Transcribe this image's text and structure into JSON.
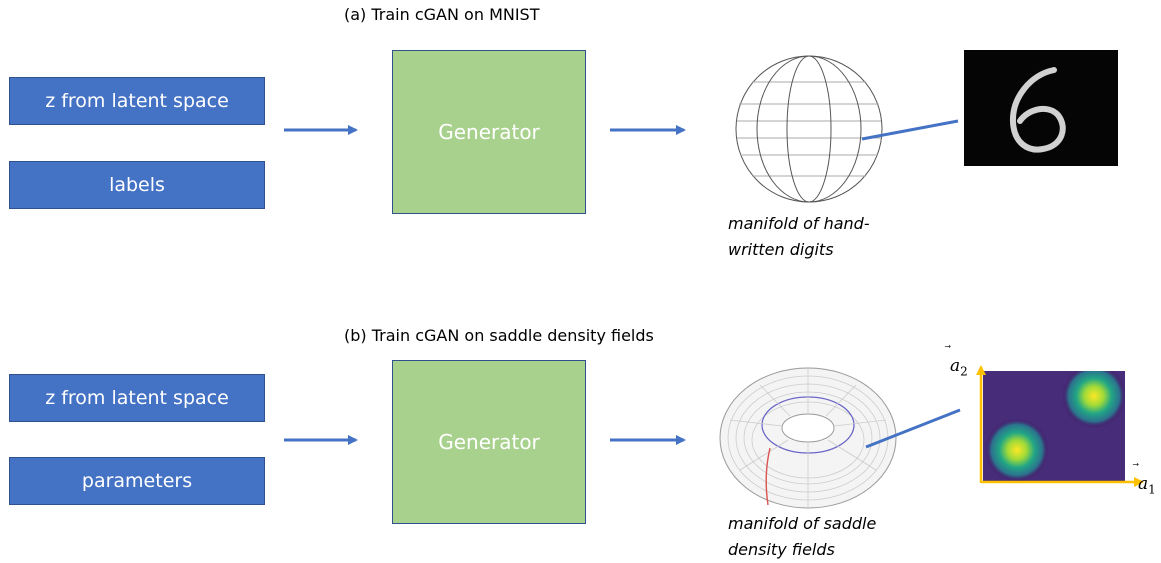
{
  "panel_a": {
    "title": "(a) Train cGAN on MNIST",
    "inputs": [
      "z from latent space",
      "labels"
    ],
    "generator_label": "Generator",
    "manifold_caption_line1": "manifold of hand-",
    "manifold_caption_line2": "written digits",
    "sample_digit": "6"
  },
  "panel_b": {
    "title": "(b) Train cGAN on saddle density fields",
    "inputs": [
      "z from latent space",
      "parameters"
    ],
    "generator_label": "Generator",
    "manifold_caption_line1": "manifold of saddle",
    "manifold_caption_line2": "density fields",
    "axis_x_label": "a",
    "axis_x_sub": "1",
    "axis_y_label": "a",
    "axis_y_sub": "2"
  },
  "colors": {
    "input_box": "#4472c4",
    "generator_box": "#a9d18e",
    "arrow": "#4472c4",
    "axis": "#ffc000"
  }
}
